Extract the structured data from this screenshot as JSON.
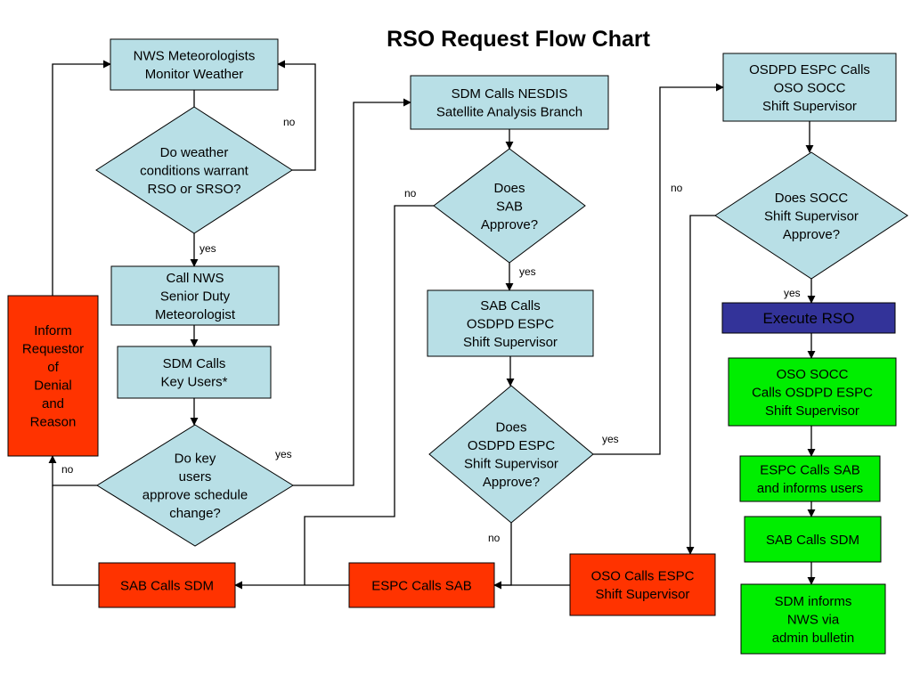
{
  "title": "RSO Request Flow Chart",
  "colors": {
    "process": "#b8dfe6",
    "decision": "#b8dfe6",
    "denial": "#ff3300",
    "execute": "#333399",
    "success": "#00ee00",
    "line": "#000000"
  },
  "nodes": {
    "monitor": [
      "NWS Meteorologists",
      "Monitor Weather"
    ],
    "warrant": [
      "Do weather",
      "conditions warrant",
      "RSO or SRSO?"
    ],
    "call_sdm": [
      "Call NWS",
      "Senior Duty",
      "Meteorologist"
    ],
    "sdm_key": [
      "SDM Calls",
      "Key Users*"
    ],
    "key_approve": [
      "Do key",
      "users",
      "approve schedule",
      "change?"
    ],
    "inform": [
      "Inform",
      "Requestor",
      "of",
      "Denial",
      "and",
      "Reason"
    ],
    "sab_calls_sdm_left": [
      "SAB Calls SDM"
    ],
    "sdm_nesdis": [
      "SDM Calls NESDIS",
      "Satellite Analysis Branch"
    ],
    "sab_approve": [
      "Does",
      "SAB",
      "Approve?"
    ],
    "sab_osdpd": [
      "SAB Calls",
      "OSDPD ESPC",
      "Shift Supervisor"
    ],
    "osdpd_approve": [
      "Does",
      "OSDPD ESPC",
      "Shift Supervisor",
      "Approve?"
    ],
    "espc_calls_sab": [
      "ESPC Calls SAB"
    ],
    "osdpd_oso": [
      "OSDPD ESPC Calls",
      "OSO SOCC",
      "Shift Supervisor"
    ],
    "socc_approve": [
      "Does SOCC",
      "Shift Supervisor",
      "Approve?"
    ],
    "oso_calls_espc": [
      "OSO Calls ESPC",
      "Shift Supervisor"
    ],
    "execute": [
      "Execute RSO"
    ],
    "oso_socc_calls": [
      "OSO SOCC",
      "Calls OSDPD ESPC",
      "Shift Supervisor"
    ],
    "espc_informs": [
      "ESPC Calls SAB",
      "and informs users"
    ],
    "sab_calls_sdm_right": [
      "SAB Calls SDM"
    ],
    "sdm_informs": [
      "SDM informs",
      "NWS via",
      "admin bulletin"
    ]
  },
  "labels": {
    "warrant_no": "no",
    "warrant_yes": "yes",
    "key_yes": "yes",
    "key_no": "no",
    "sab_no": "no",
    "sab_yes": "yes",
    "osdpd_yes": "yes",
    "osdpd_no": "no",
    "socc_no": "no",
    "socc_yes": "yes"
  }
}
